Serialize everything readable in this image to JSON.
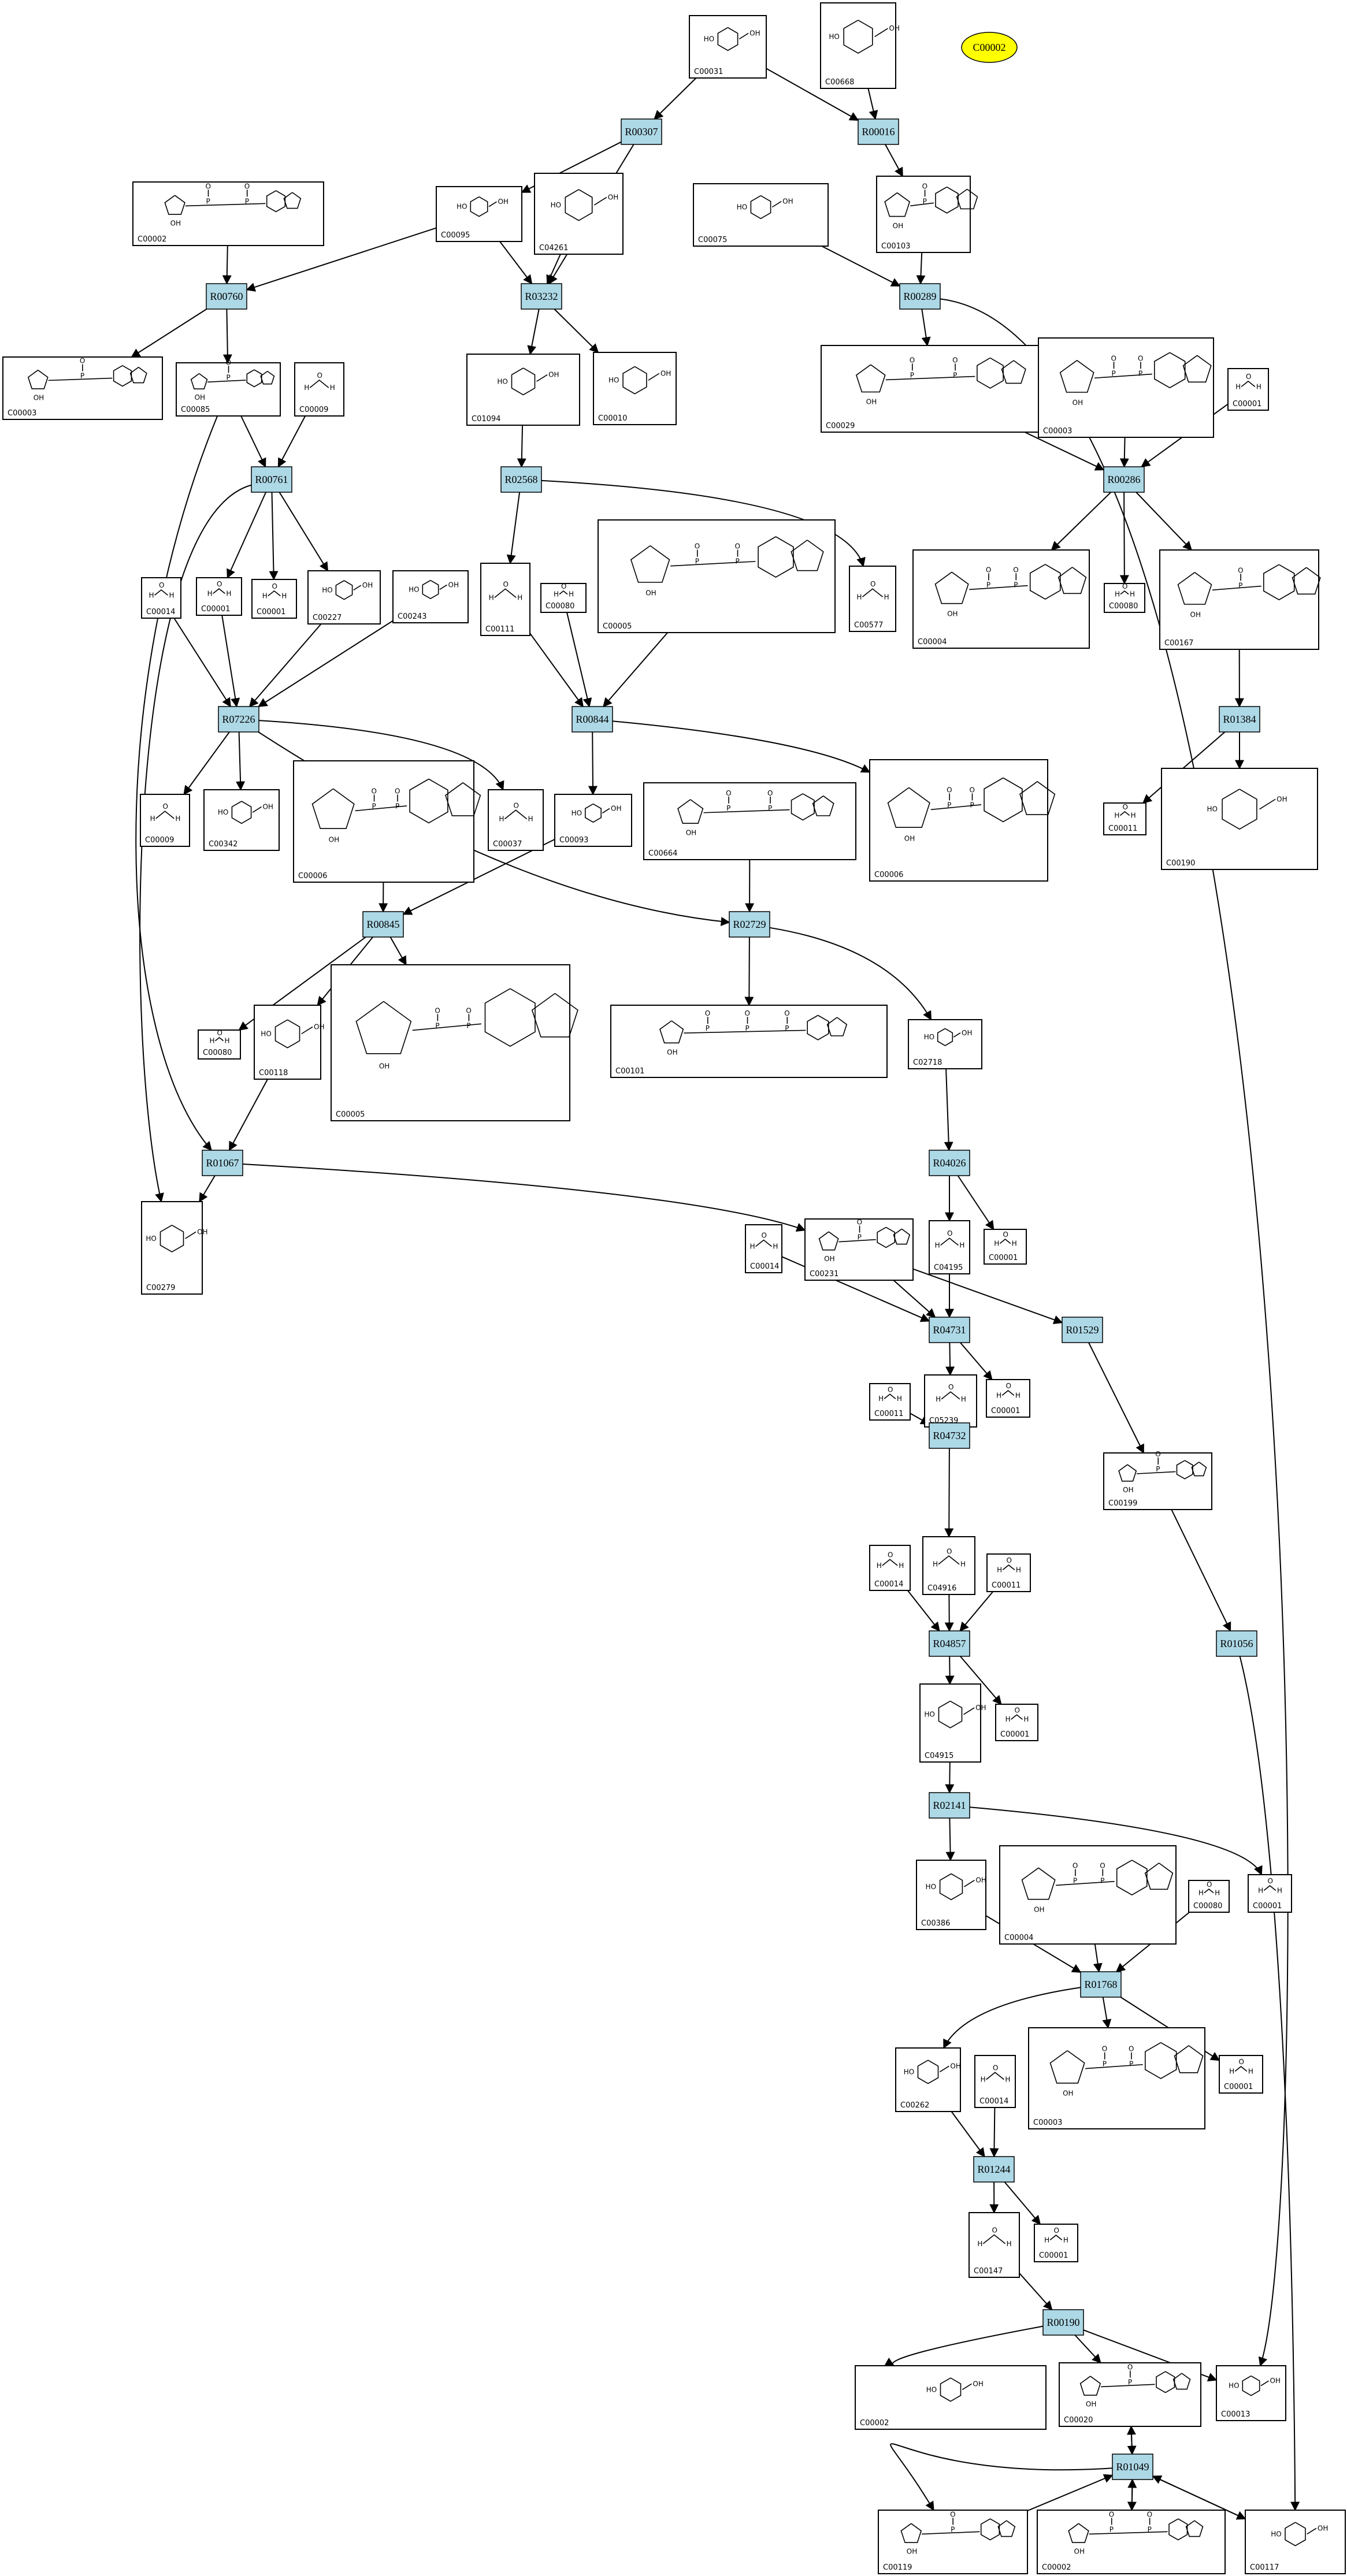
{
  "legend": {
    "label": "C00002"
  },
  "compounds": [
    {
      "id": "c1",
      "label": "C00031"
    },
    {
      "id": "c2",
      "label": "C00668"
    },
    {
      "id": "c3",
      "label": "C00002"
    },
    {
      "id": "c4",
      "label": "C00095"
    },
    {
      "id": "c5",
      "label": "C04261"
    },
    {
      "id": "c6",
      "label": "C00075"
    },
    {
      "id": "c7",
      "label": "C00103"
    },
    {
      "id": "c8",
      "label": "C00003"
    },
    {
      "id": "c9",
      "label": "C00085"
    },
    {
      "id": "c10",
      "label": "C00009"
    },
    {
      "id": "c11",
      "label": "C01094"
    },
    {
      "id": "c12",
      "label": "C00010"
    },
    {
      "id": "c13",
      "label": "C00029"
    },
    {
      "id": "c14",
      "label": "C00003"
    },
    {
      "id": "c15",
      "label": "C00001"
    },
    {
      "id": "c16",
      "label": "C00014"
    },
    {
      "id": "c17",
      "label": "C00001"
    },
    {
      "id": "c18",
      "label": "C00001"
    },
    {
      "id": "c19",
      "label": "C00227"
    },
    {
      "id": "c20",
      "label": "C00243"
    },
    {
      "id": "c21",
      "label": "C00111"
    },
    {
      "id": "c22",
      "label": "C00080"
    },
    {
      "id": "c23",
      "label": "C00005"
    },
    {
      "id": "c24",
      "label": "C00577"
    },
    {
      "id": "c25",
      "label": "C00004"
    },
    {
      "id": "c26",
      "label": "C00080"
    },
    {
      "id": "c27",
      "label": "C00167"
    },
    {
      "id": "c28",
      "label": "C00009"
    },
    {
      "id": "c29",
      "label": "C00342"
    },
    {
      "id": "c30",
      "label": "C00006"
    },
    {
      "id": "c31",
      "label": "C00037"
    },
    {
      "id": "c32",
      "label": "C00093"
    },
    {
      "id": "c33",
      "label": "C00664"
    },
    {
      "id": "c34",
      "label": "C00006"
    },
    {
      "id": "c35",
      "label": "C00011"
    },
    {
      "id": "c36",
      "label": "C00190"
    },
    {
      "id": "c37",
      "label": "C00080"
    },
    {
      "id": "c38",
      "label": "C00118"
    },
    {
      "id": "c39",
      "label": "C00005"
    },
    {
      "id": "c40",
      "label": "C00101"
    },
    {
      "id": "c41",
      "label": "C02718"
    },
    {
      "id": "c42",
      "label": "C00279"
    },
    {
      "id": "c43",
      "label": "C00014"
    },
    {
      "id": "c44",
      "label": "C00231"
    },
    {
      "id": "c45",
      "label": "C04195"
    },
    {
      "id": "c46",
      "label": "C00001"
    },
    {
      "id": "c47",
      "label": "C00011"
    },
    {
      "id": "c48",
      "label": "C05239"
    },
    {
      "id": "c49",
      "label": "C00001"
    },
    {
      "id": "c50",
      "label": "C00199"
    },
    {
      "id": "c51",
      "label": "C00014"
    },
    {
      "id": "c52",
      "label": "C04916"
    },
    {
      "id": "c53",
      "label": "C00011"
    },
    {
      "id": "c54",
      "label": "C04915"
    },
    {
      "id": "c55",
      "label": "C00001"
    },
    {
      "id": "c56",
      "label": "C00386"
    },
    {
      "id": "c57",
      "label": "C00004"
    },
    {
      "id": "c58",
      "label": "C00080"
    },
    {
      "id": "c59",
      "label": "C00001"
    },
    {
      "id": "c60",
      "label": "C00262"
    },
    {
      "id": "c61",
      "label": "C00014"
    },
    {
      "id": "c62",
      "label": "C00003"
    },
    {
      "id": "c63",
      "label": "C00001"
    },
    {
      "id": "c64",
      "label": "C00147"
    },
    {
      "id": "c65",
      "label": "C00001"
    },
    {
      "id": "c66",
      "label": "C00002"
    },
    {
      "id": "c67",
      "label": "C00020"
    },
    {
      "id": "c68",
      "label": "C00013"
    },
    {
      "id": "c69",
      "label": "C00119"
    },
    {
      "id": "c70",
      "label": "C00002"
    },
    {
      "id": "c71",
      "label": "C00117"
    }
  ],
  "reactions": [
    {
      "id": "r1",
      "label": "R00307"
    },
    {
      "id": "r2",
      "label": "R00016"
    },
    {
      "id": "r3",
      "label": "R00760"
    },
    {
      "id": "r4",
      "label": "R03232"
    },
    {
      "id": "r5",
      "label": "R00289"
    },
    {
      "id": "r6",
      "label": "R00761"
    },
    {
      "id": "r7",
      "label": "R02568"
    },
    {
      "id": "r8",
      "label": "R00286"
    },
    {
      "id": "r9",
      "label": "R07226"
    },
    {
      "id": "r10",
      "label": "R00844"
    },
    {
      "id": "r11",
      "label": "R01384"
    },
    {
      "id": "r12",
      "label": "R00845"
    },
    {
      "id": "r13",
      "label": "R02729"
    },
    {
      "id": "r14",
      "label": "R01067"
    },
    {
      "id": "r15",
      "label": "R04026"
    },
    {
      "id": "r16",
      "label": "R04731"
    },
    {
      "id": "r17",
      "label": "R01529"
    },
    {
      "id": "r18",
      "label": "R04732"
    },
    {
      "id": "r19",
      "label": "R04857"
    },
    {
      "id": "r20",
      "label": "R01056"
    },
    {
      "id": "r21",
      "label": "R02141"
    },
    {
      "id": "r22",
      "label": "R01768"
    },
    {
      "id": "r23",
      "label": "R01244"
    },
    {
      "id": "r24",
      "label": "R00190"
    },
    {
      "id": "r25",
      "label": "R01049"
    }
  ]
}
